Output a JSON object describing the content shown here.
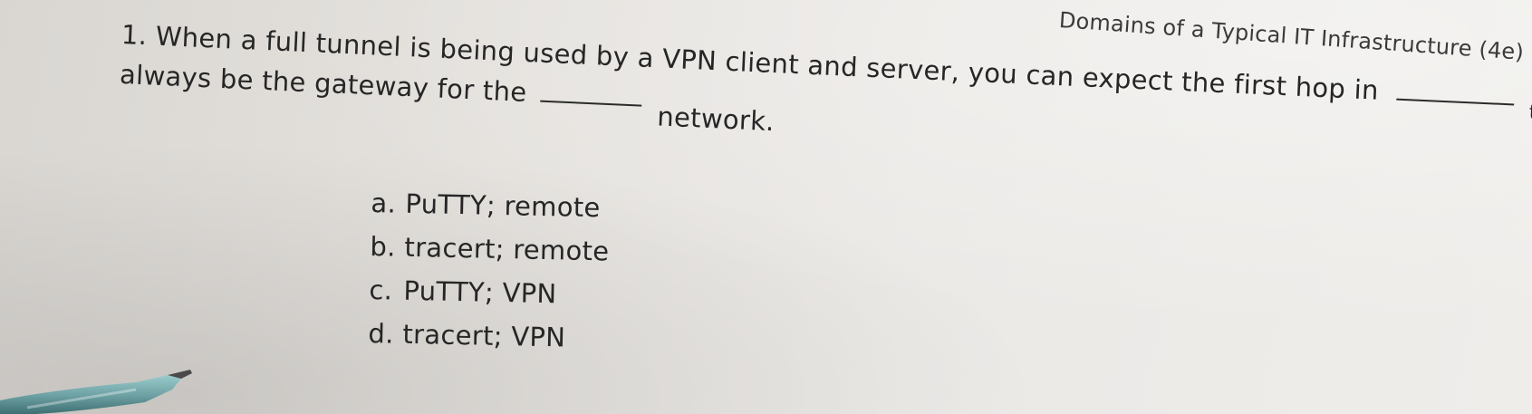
{
  "header": {
    "fragment": "Domains of a Typical IT Infrastructure (4e)"
  },
  "question": {
    "number": "1.",
    "line1_text": "When a full tunnel is being used by a VPN client and server, you can expect the first hop in",
    "line1_end": "to",
    "line2_text": "always be the gateway for the",
    "line2_end": "network."
  },
  "options": [
    {
      "letter": "a.",
      "text": "PuTTY; remote"
    },
    {
      "letter": "b.",
      "text": "tracert; remote"
    },
    {
      "letter": "c.",
      "text": "PuTTY; VPN"
    },
    {
      "letter": "d.",
      "text": "tracert; VPN"
    }
  ],
  "colors": {
    "paper": "#e6e3df",
    "ink": "#262626",
    "pen_body": "#6fa3a6"
  },
  "icons": {
    "pen": "pen-tip-icon"
  }
}
